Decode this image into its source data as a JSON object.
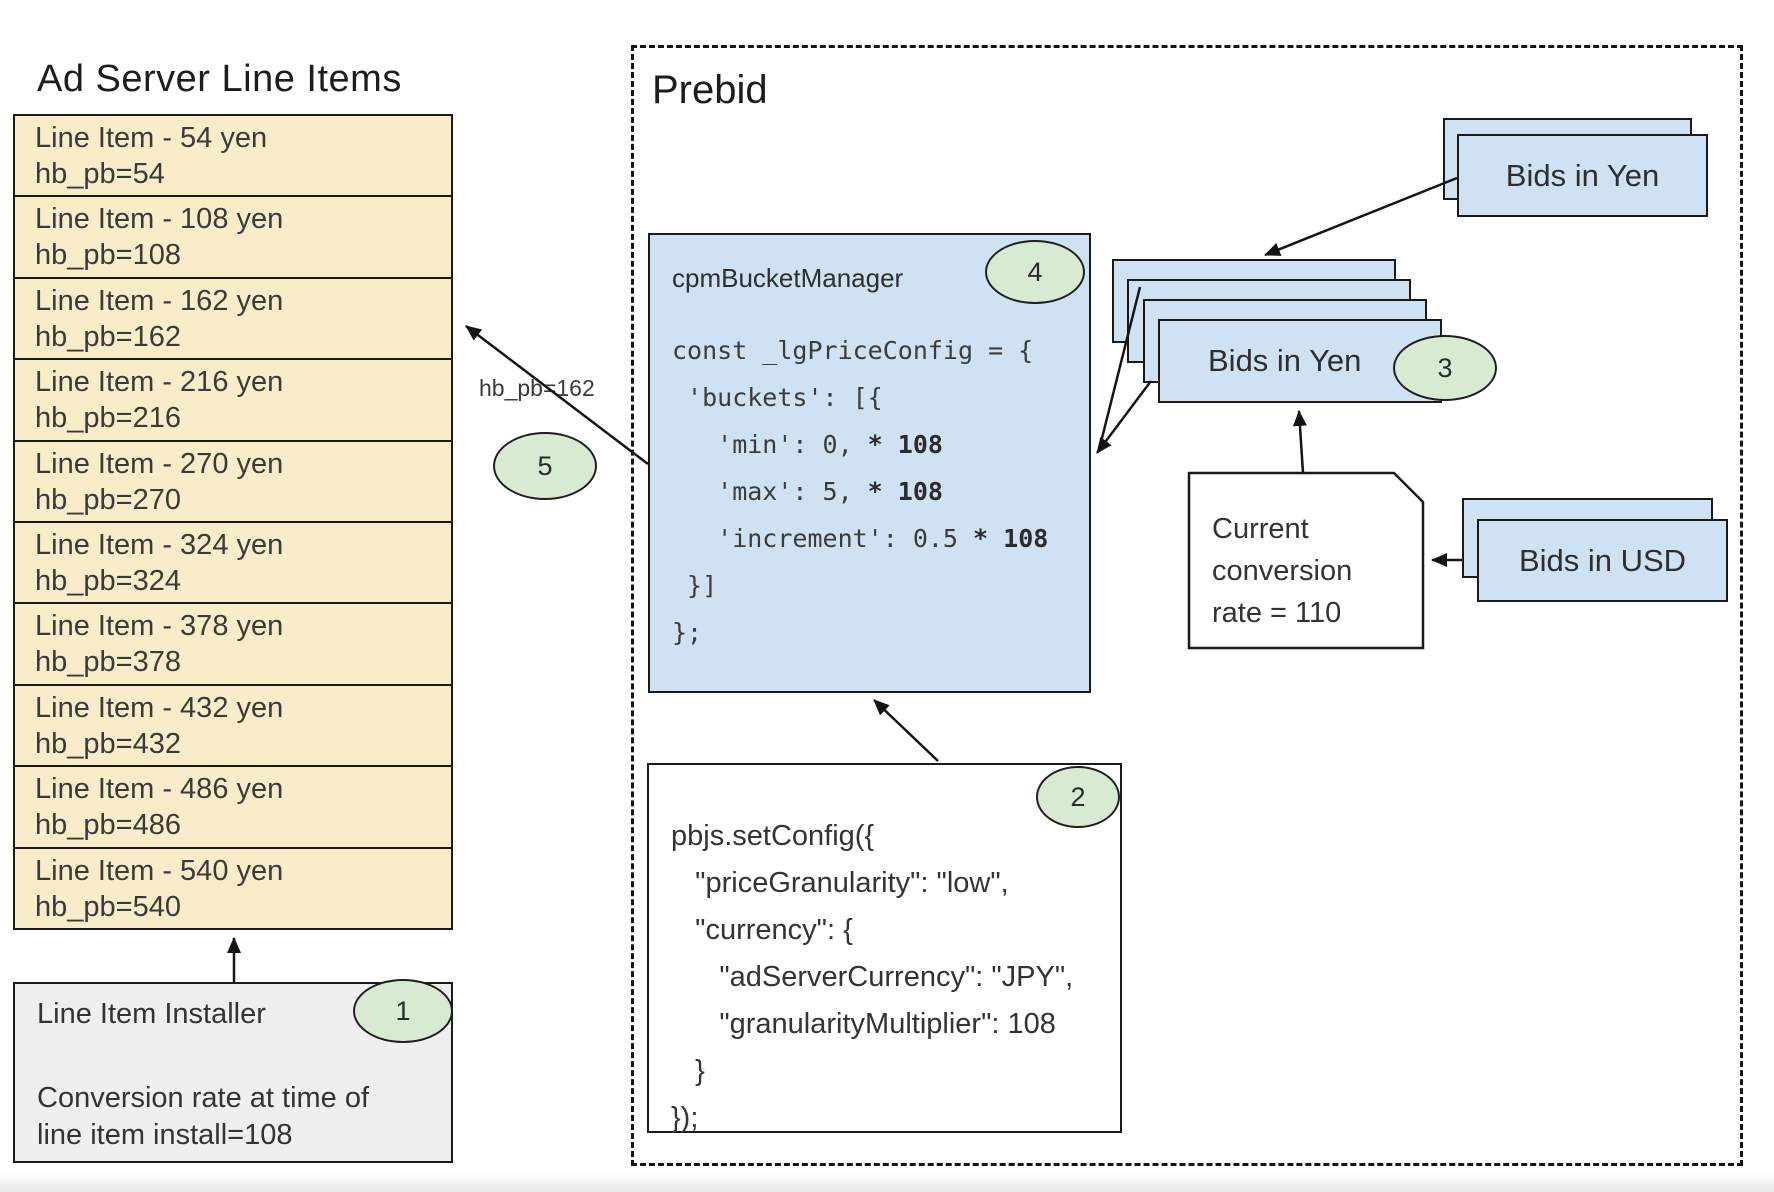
{
  "titles": {
    "ad_server": "Ad Server Line Items",
    "prebid": "Prebid"
  },
  "line_items": {
    "rows": [
      {
        "line1": "Line Item - 54 yen",
        "line2": "hb_pb=54"
      },
      {
        "line1": "Line Item - 108 yen",
        "line2": "hb_pb=108"
      },
      {
        "line1": "Line Item - 162 yen",
        "line2": "hb_pb=162"
      },
      {
        "line1": "Line Item - 216 yen",
        "line2": "hb_pb=216"
      },
      {
        "line1": "Line Item - 270 yen",
        "line2": "hb_pb=270"
      },
      {
        "line1": "Line Item - 324 yen",
        "line2": "hb_pb=324"
      },
      {
        "line1": "Line Item - 378 yen",
        "line2": "hb_pb=378"
      },
      {
        "line1": "Line Item - 432 yen",
        "line2": "hb_pb=432"
      },
      {
        "line1": "Line Item - 486 yen",
        "line2": "hb_pb=486"
      },
      {
        "line1": "Line Item - 540 yen",
        "line2": "hb_pb=540"
      }
    ]
  },
  "installer": {
    "title": "Line Item Installer",
    "desc1": "Conversion rate at time of",
    "desc2": "line item install=108"
  },
  "cpm": {
    "label": "cpmBucketManager",
    "code": [
      {
        "t": "const _lgPriceConfig = {",
        "b": ""
      },
      {
        "t": " 'buckets': [{",
        "b": ""
      },
      {
        "t": "   'min': 0,",
        "b": " * 108"
      },
      {
        "t": "   'max': 5,",
        "b": " * 108"
      },
      {
        "t": "   'increment': 0.5",
        "b": " * 108"
      },
      {
        "t": " }]",
        "b": ""
      },
      {
        "t": "};",
        "b": ""
      }
    ]
  },
  "pbjs": {
    "code": [
      "pbjs.setConfig({",
      "   \"priceGranularity\": \"low\",",
      "   \"currency\": {",
      "      \"adServerCurrency\": \"JPY\",",
      "      \"granularityMultiplier\": 108",
      "   }",
      "});"
    ]
  },
  "conversion_note": {
    "line1": "Current",
    "line2": "conversion",
    "line3": "rate = 110"
  },
  "cards": {
    "bids_in_yen_top": "Bids in Yen",
    "bids_in_yen_stack": "Bids in Yen",
    "bids_in_usd": "Bids in USD"
  },
  "labels": {
    "hb_pb": "hb_pb=162"
  },
  "badges": [
    "1",
    "2",
    "3",
    "4",
    "5"
  ],
  "colors": {
    "row_yellow": "#f9edc9",
    "card_blue": "#cfe2f3",
    "badge_green": "#d9ead3",
    "installer_gray": "#efefef",
    "line_black": "#1a1a1a"
  }
}
